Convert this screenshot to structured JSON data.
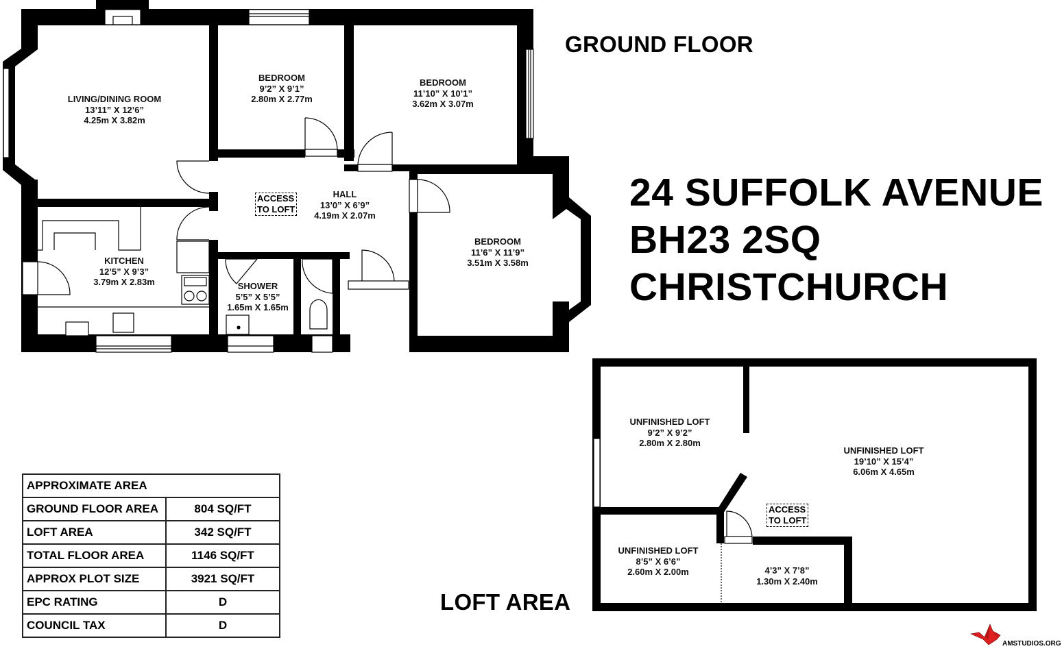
{
  "headings": {
    "ground_floor": "GROUND FLOOR",
    "loft_area": "LOFT AREA"
  },
  "address": {
    "line1": "24 SUFFOLK AVENUE",
    "line2": "BH23 2SQ",
    "line3": "CHRISTCHURCH"
  },
  "ground_floor_rooms": {
    "living": {
      "name": "LIVING/DINING ROOM",
      "imperial": "13’11” X 12’6”",
      "metric": "4.25m X 3.82m"
    },
    "bedroom1": {
      "name": "BEDROOM",
      "imperial": "9’2” X 9’1”",
      "metric": "2.80m X 2.77m"
    },
    "bedroom2": {
      "name": "BEDROOM",
      "imperial": "11’10” X 10’1”",
      "metric": "3.62m X 3.07m"
    },
    "hall": {
      "name": "HALL",
      "imperial": "13’0” X 6’9”",
      "metric": "4.19m X 2.07m"
    },
    "kitchen": {
      "name": "KITCHEN",
      "imperial": "12’5” X 9’3”",
      "metric": "3.79m X 2.83m"
    },
    "shower": {
      "name": "SHOWER",
      "imperial": "5’5” X 5’5”",
      "metric": "1.65m X 1.65m"
    },
    "bedroom3": {
      "name": "BEDROOM",
      "imperial": "11’6” X 11’9”",
      "metric": "3.51m X 3.58m"
    },
    "access_loft": {
      "line1": "ACCESS",
      "line2": "TO LOFT"
    }
  },
  "loft_rooms": {
    "loft1": {
      "name": "UNFINISHED LOFT",
      "imperial": "9’2” X 9’2”",
      "metric": "2.80m X 2.80m"
    },
    "loft2": {
      "name": "UNFINISHED LOFT",
      "imperial": "19’10” X 15’4”",
      "metric": "6.06m X 4.65m"
    },
    "loft3": {
      "name": "UNFINISHED LOFT",
      "imperial": "8’5” X 6’6”",
      "metric": "2.60m X 2.00m"
    },
    "loft4": {
      "imperial": "4’3” X 7’8”",
      "metric": "1.30m X 2.40m"
    },
    "access_loft": {
      "line1": "ACCESS",
      "line2": "TO LOFT"
    }
  },
  "area_table": {
    "title": "APPROXIMATE AREA",
    "rows": [
      {
        "label": "GROUND FLOOR AREA",
        "value": "804 SQ/FT"
      },
      {
        "label": "LOFT AREA",
        "value": "342 SQ/FT"
      },
      {
        "label": "TOTAL FLOOR AREA",
        "value": "1146 SQ/FT"
      },
      {
        "label": "APPROX PLOT SIZE",
        "value": "3921 SQ/FT"
      },
      {
        "label": "EPC RATING",
        "value": "D"
      },
      {
        "label": "COUNCIL TAX",
        "value": "D"
      }
    ]
  },
  "logo": {
    "text": "AMSTUDIOS.ORG",
    "icon": "origami-crane-icon",
    "color": "#e02020"
  },
  "colors": {
    "wall": "#000000",
    "background": "#ffffff"
  }
}
